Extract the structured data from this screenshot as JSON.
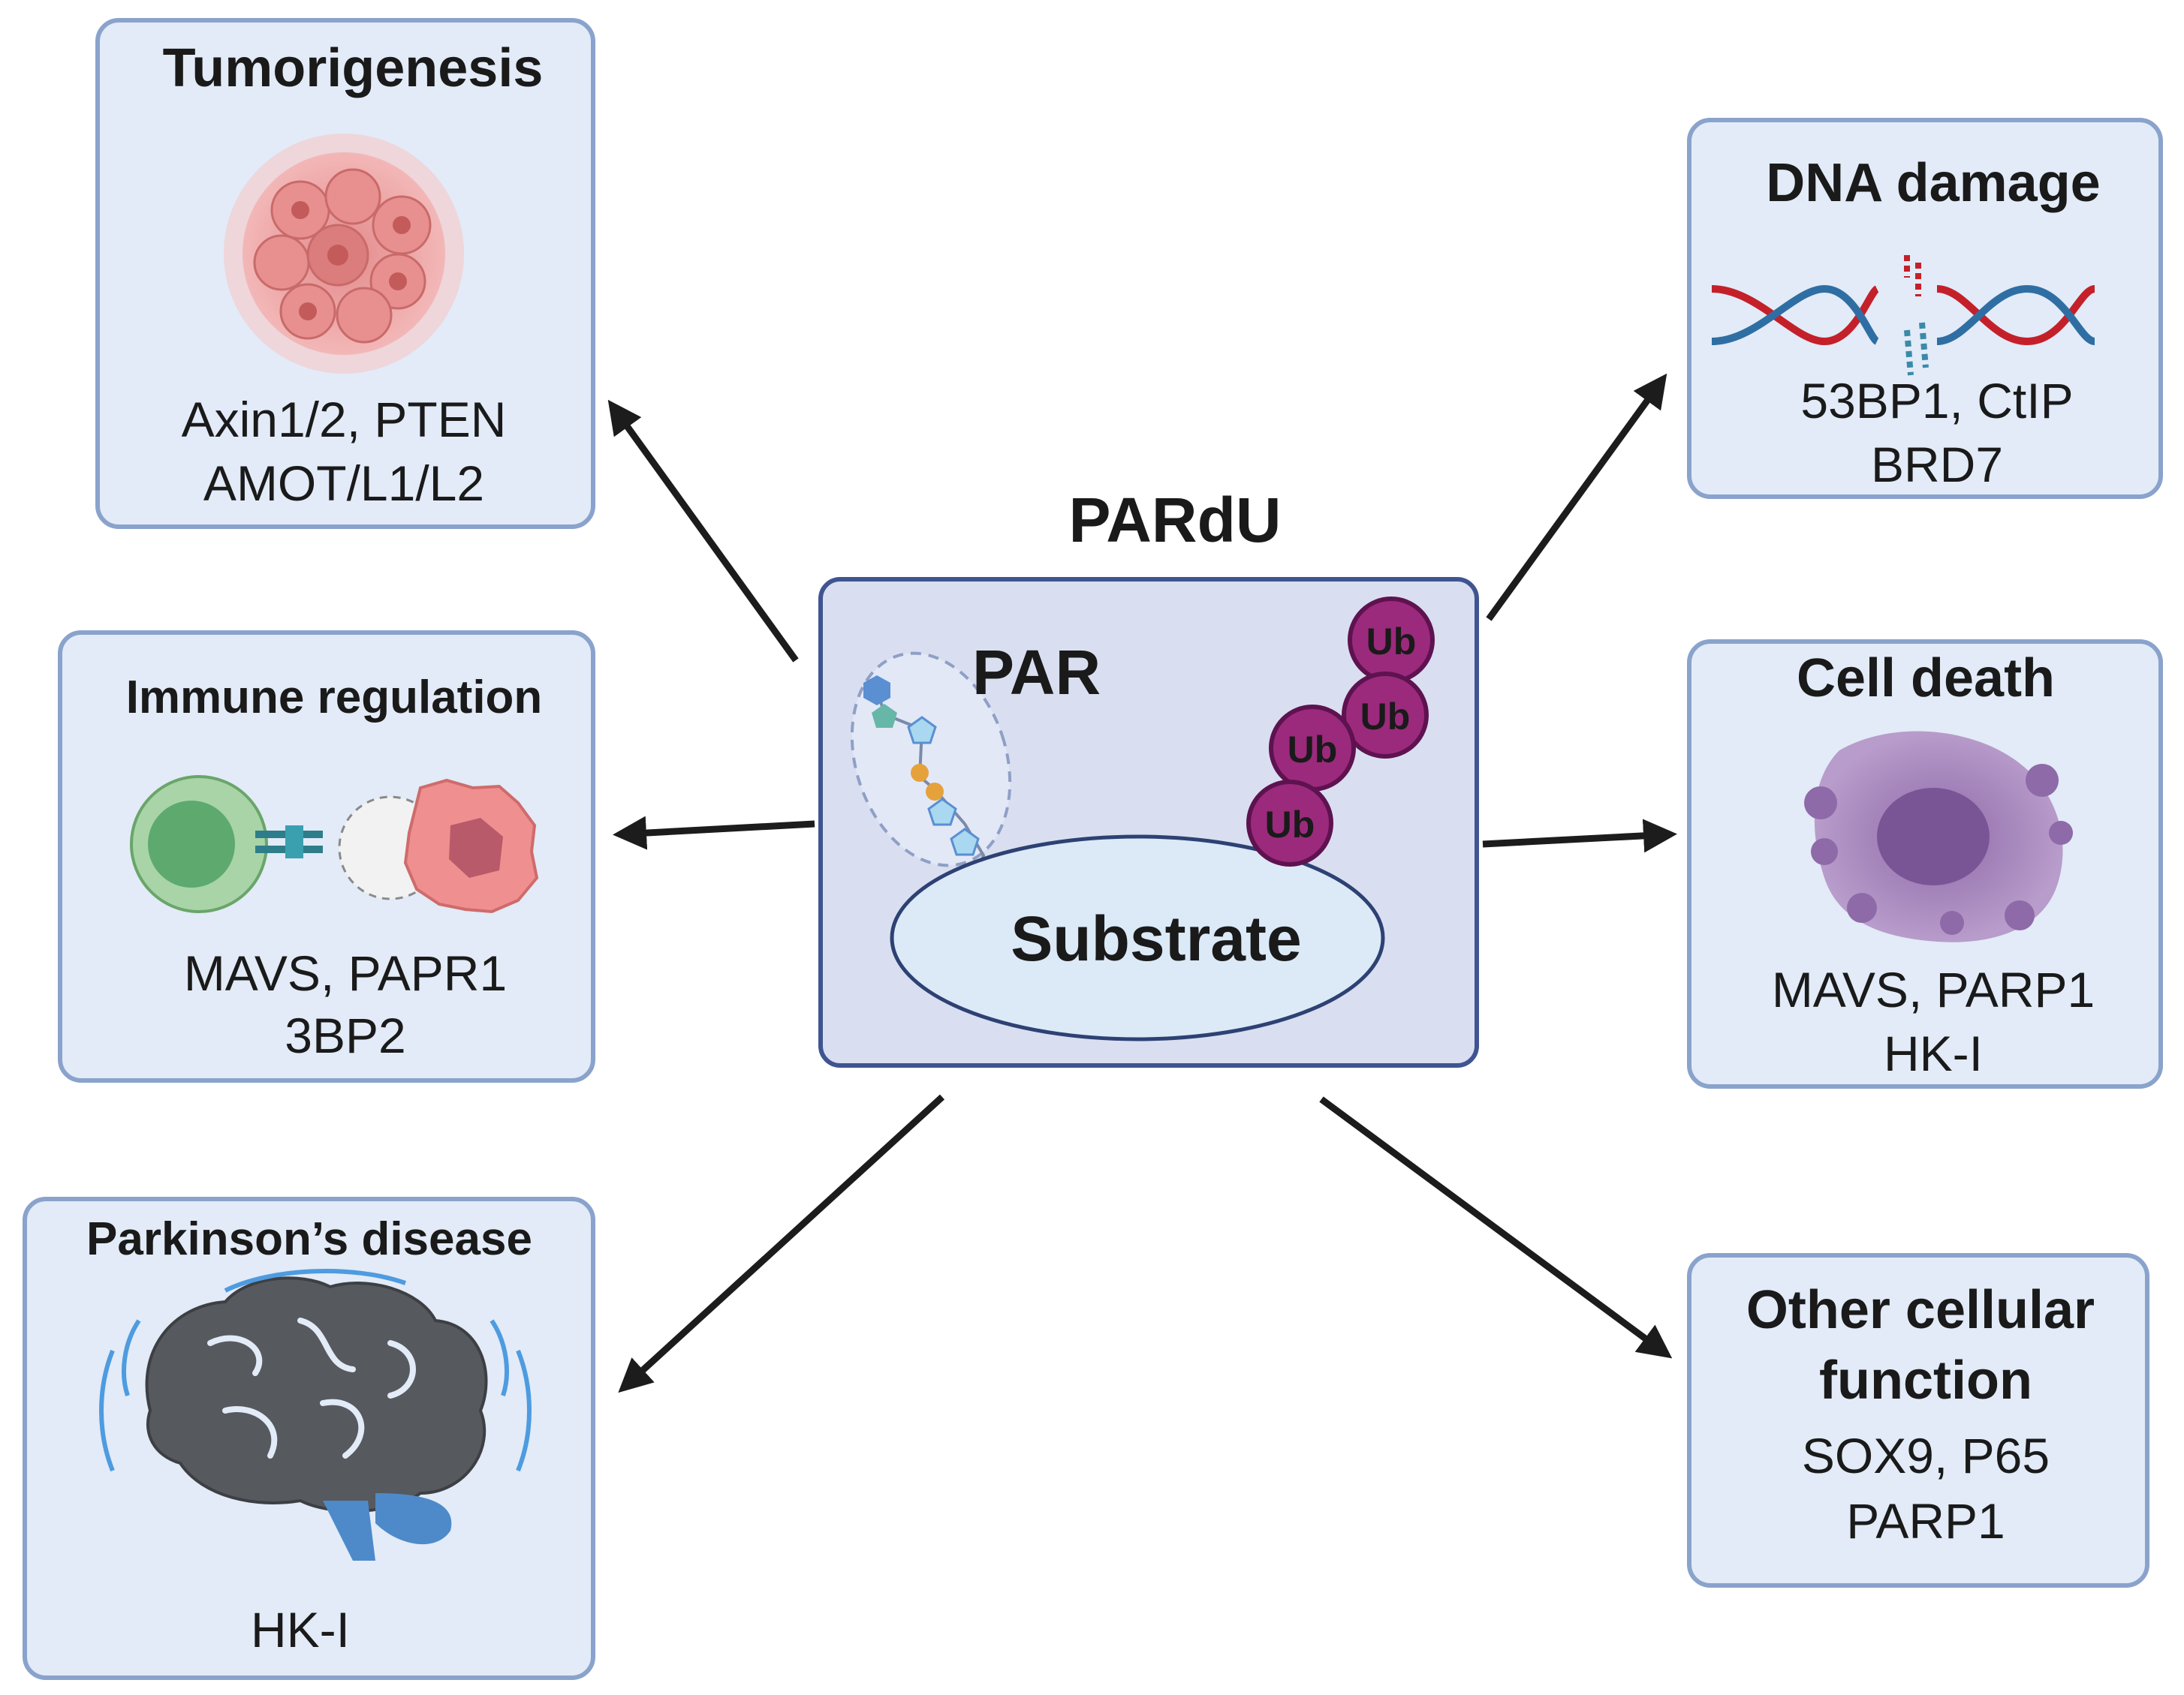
{
  "center": {
    "title": "PARdU",
    "par_label": "PAR",
    "substrate_label": "Substrate",
    "ub_labels": [
      "Ub",
      "Ub",
      "Ub",
      "Ub"
    ]
  },
  "panels": {
    "tumorigenesis": {
      "title": "Tumorigenesis",
      "line1": "Axin1/2, PTEN",
      "line2": "AMOT/L1/L2"
    },
    "immune": {
      "title": "Immune regulation",
      "line1": "MAVS, PAPR1",
      "line2": "3BP2"
    },
    "parkinsons": {
      "title": "Parkinson’s disease",
      "line1": "HK-I"
    },
    "dna_damage": {
      "title": "DNA damage",
      "line1": "53BP1, CtIP",
      "line2": "BRD7"
    },
    "cell_death": {
      "title": "Cell death",
      "line1": "MAVS, PARP1",
      "line2": "HK-I"
    },
    "other": {
      "title_line1": "Other cellular",
      "title_line2": "function",
      "line1": "SOX9, P65",
      "line2": "PARP1"
    }
  },
  "colors": {
    "panel_fill": "#e2ebf7",
    "panel_stroke": "#8aa3cc",
    "center_fill": "#d9dff0",
    "center_stroke": "#3f5591",
    "substrate_fill": "#dce9f7",
    "ub_fill": "#9b2a7c",
    "arrow": "#1c1c1c"
  }
}
